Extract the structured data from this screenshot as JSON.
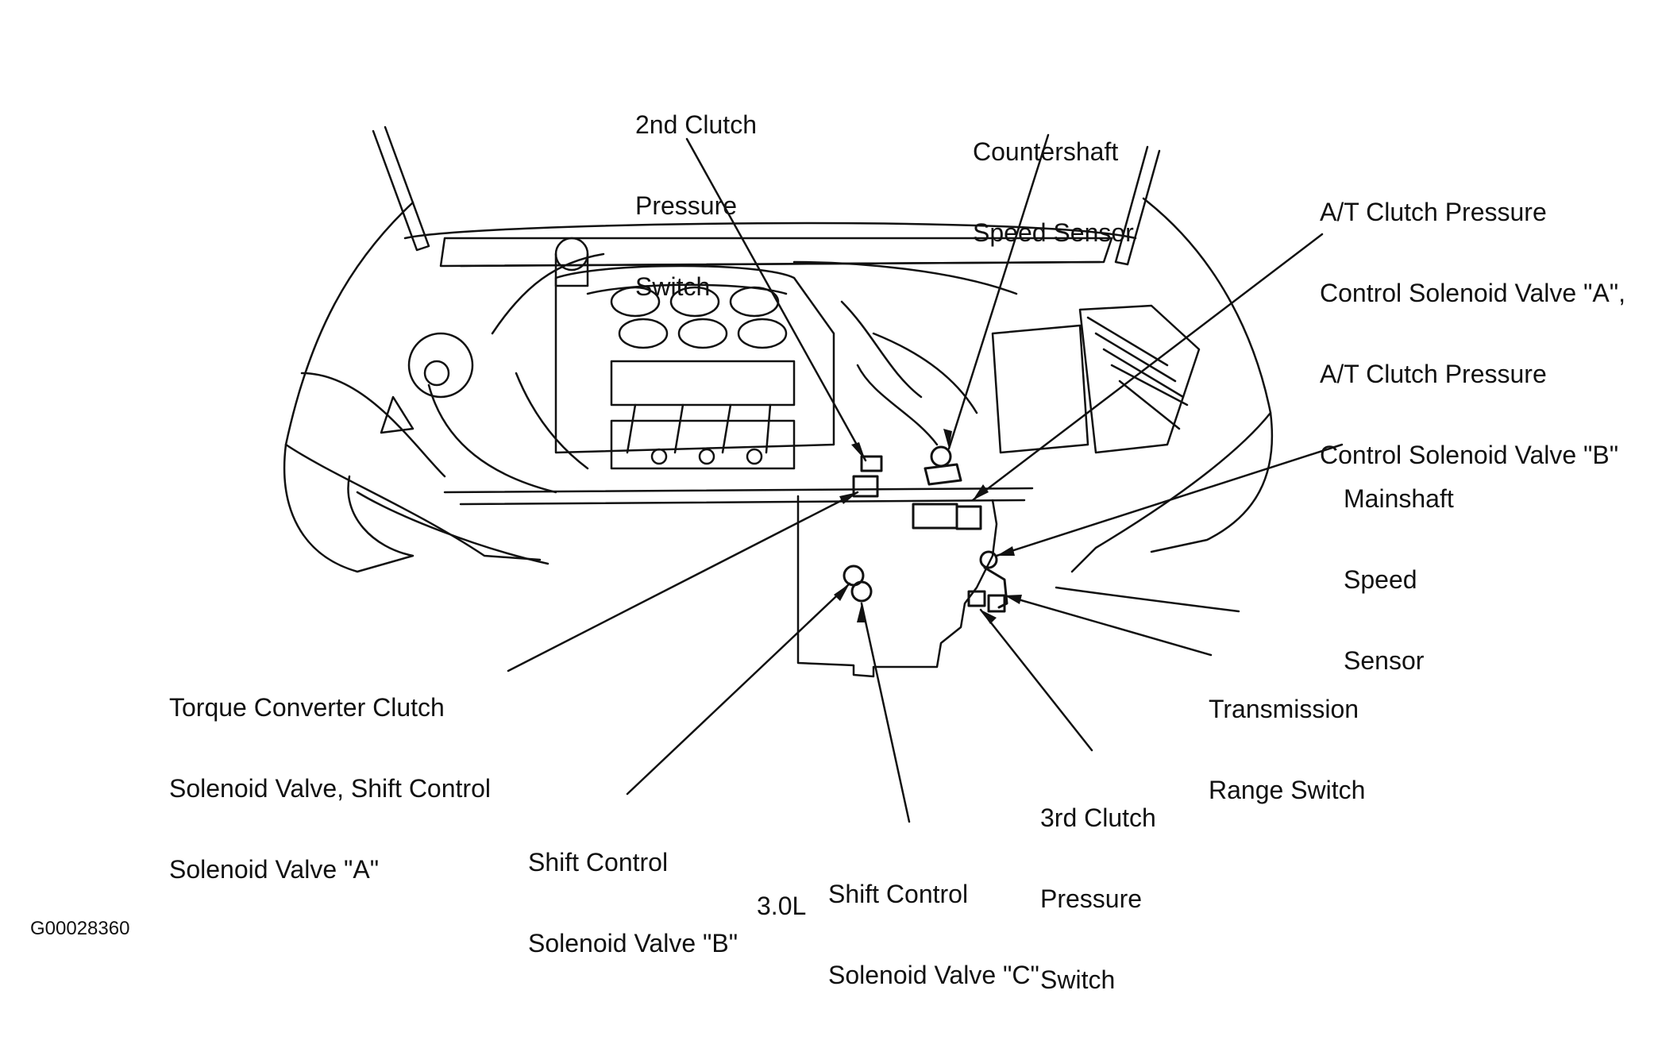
{
  "diagram": {
    "engine_label": "3.0L",
    "figure_id": "G00028360",
    "line_color": "#111111",
    "background_color": "#ffffff",
    "callouts": [
      {
        "id": "second-clutch-pressure-switch",
        "lines": [
          "2nd Clutch",
          "Pressure",
          "Switch"
        ]
      },
      {
        "id": "countershaft-speed-sensor",
        "lines": [
          "Countershaft",
          "Speed Sensor"
        ]
      },
      {
        "id": "at-clutch-pressure-control-solenoid-valves",
        "lines": [
          "A/T Clutch Pressure",
          "Control Solenoid Valve \"A\",",
          "A/T Clutch Pressure",
          "Control Solenoid Valve \"B\""
        ]
      },
      {
        "id": "mainshaft-speed-sensor",
        "lines": [
          "Mainshaft",
          "Speed",
          "Sensor"
        ]
      },
      {
        "id": "transmission-range-switch",
        "lines": [
          "Transmission",
          "Range Switch"
        ]
      },
      {
        "id": "third-clutch-pressure-switch",
        "lines": [
          "3rd Clutch",
          "Pressure",
          "Switch"
        ]
      },
      {
        "id": "shift-control-solenoid-valve-c",
        "lines": [
          "Shift Control",
          "Solenoid Valve \"C\""
        ]
      },
      {
        "id": "shift-control-solenoid-valve-b",
        "lines": [
          "Shift Control",
          "Solenoid Valve \"B\""
        ]
      },
      {
        "id": "torque-converter-clutch-solenoid-valve",
        "lines": [
          "Torque Converter Clutch",
          "Solenoid Valve, Shift Control",
          "Solenoid Valve \"A\""
        ]
      }
    ]
  }
}
